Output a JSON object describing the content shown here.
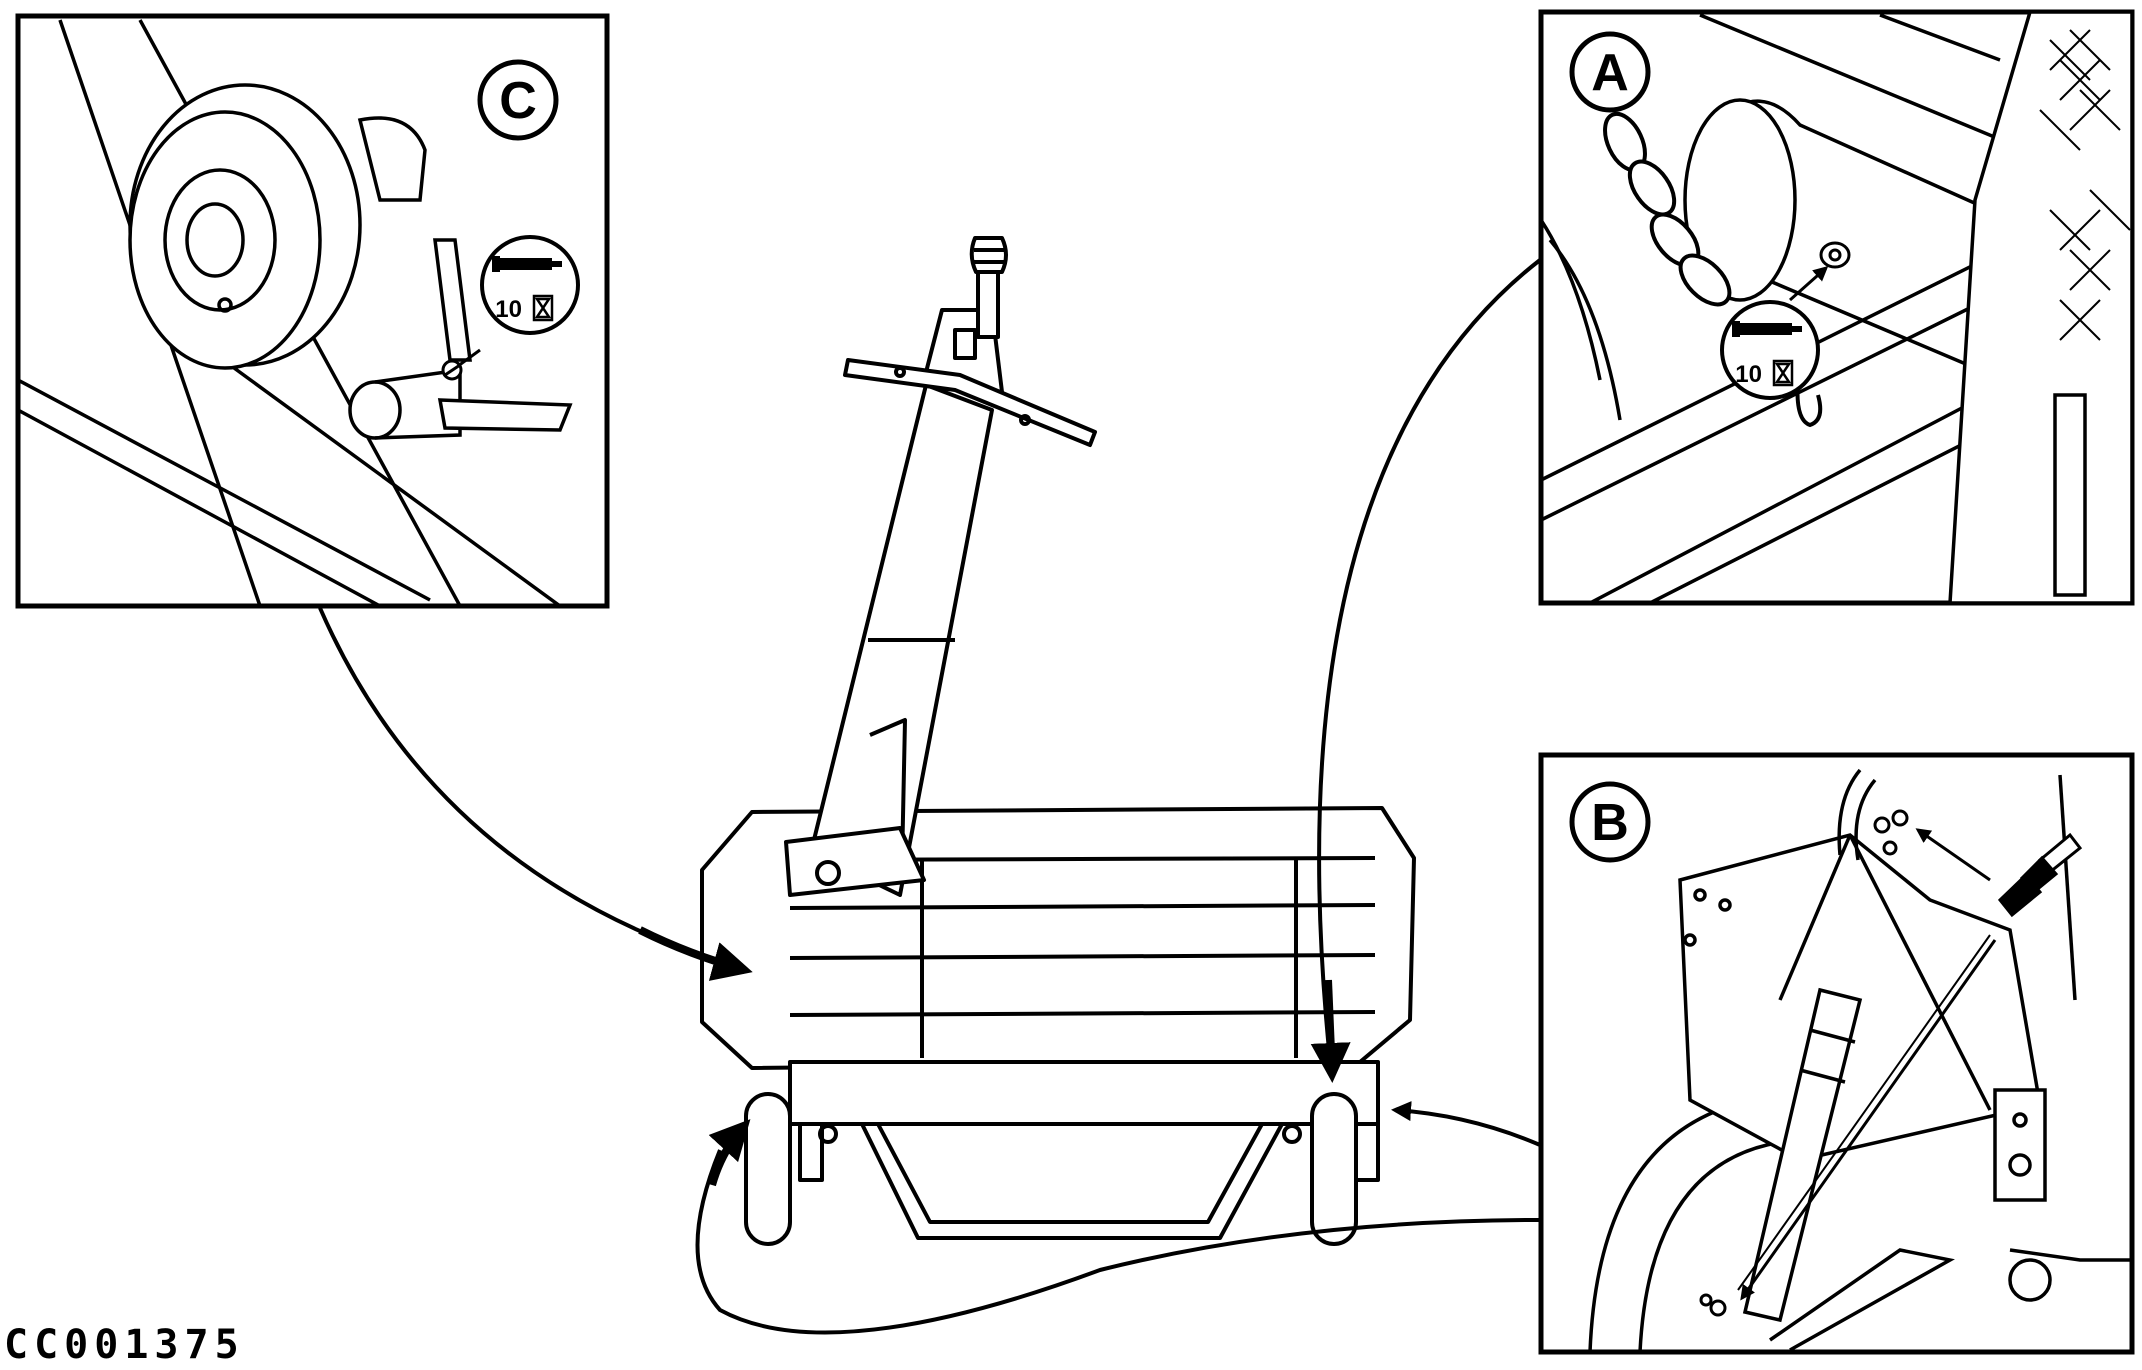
{
  "callouts": {
    "a": {
      "label": "A",
      "interval_value": "10"
    },
    "b": {
      "label": "B"
    },
    "c": {
      "label": "C",
      "interval_value": "10"
    }
  },
  "figure_id": "CC001375",
  "colors": {
    "ink": "#000000",
    "paper": "#ffffff"
  },
  "icons": [
    "grease-gun-icon",
    "hourglass-icon",
    "grease-fitting-icon",
    "paint-brush-icon",
    "chain-icon"
  ]
}
